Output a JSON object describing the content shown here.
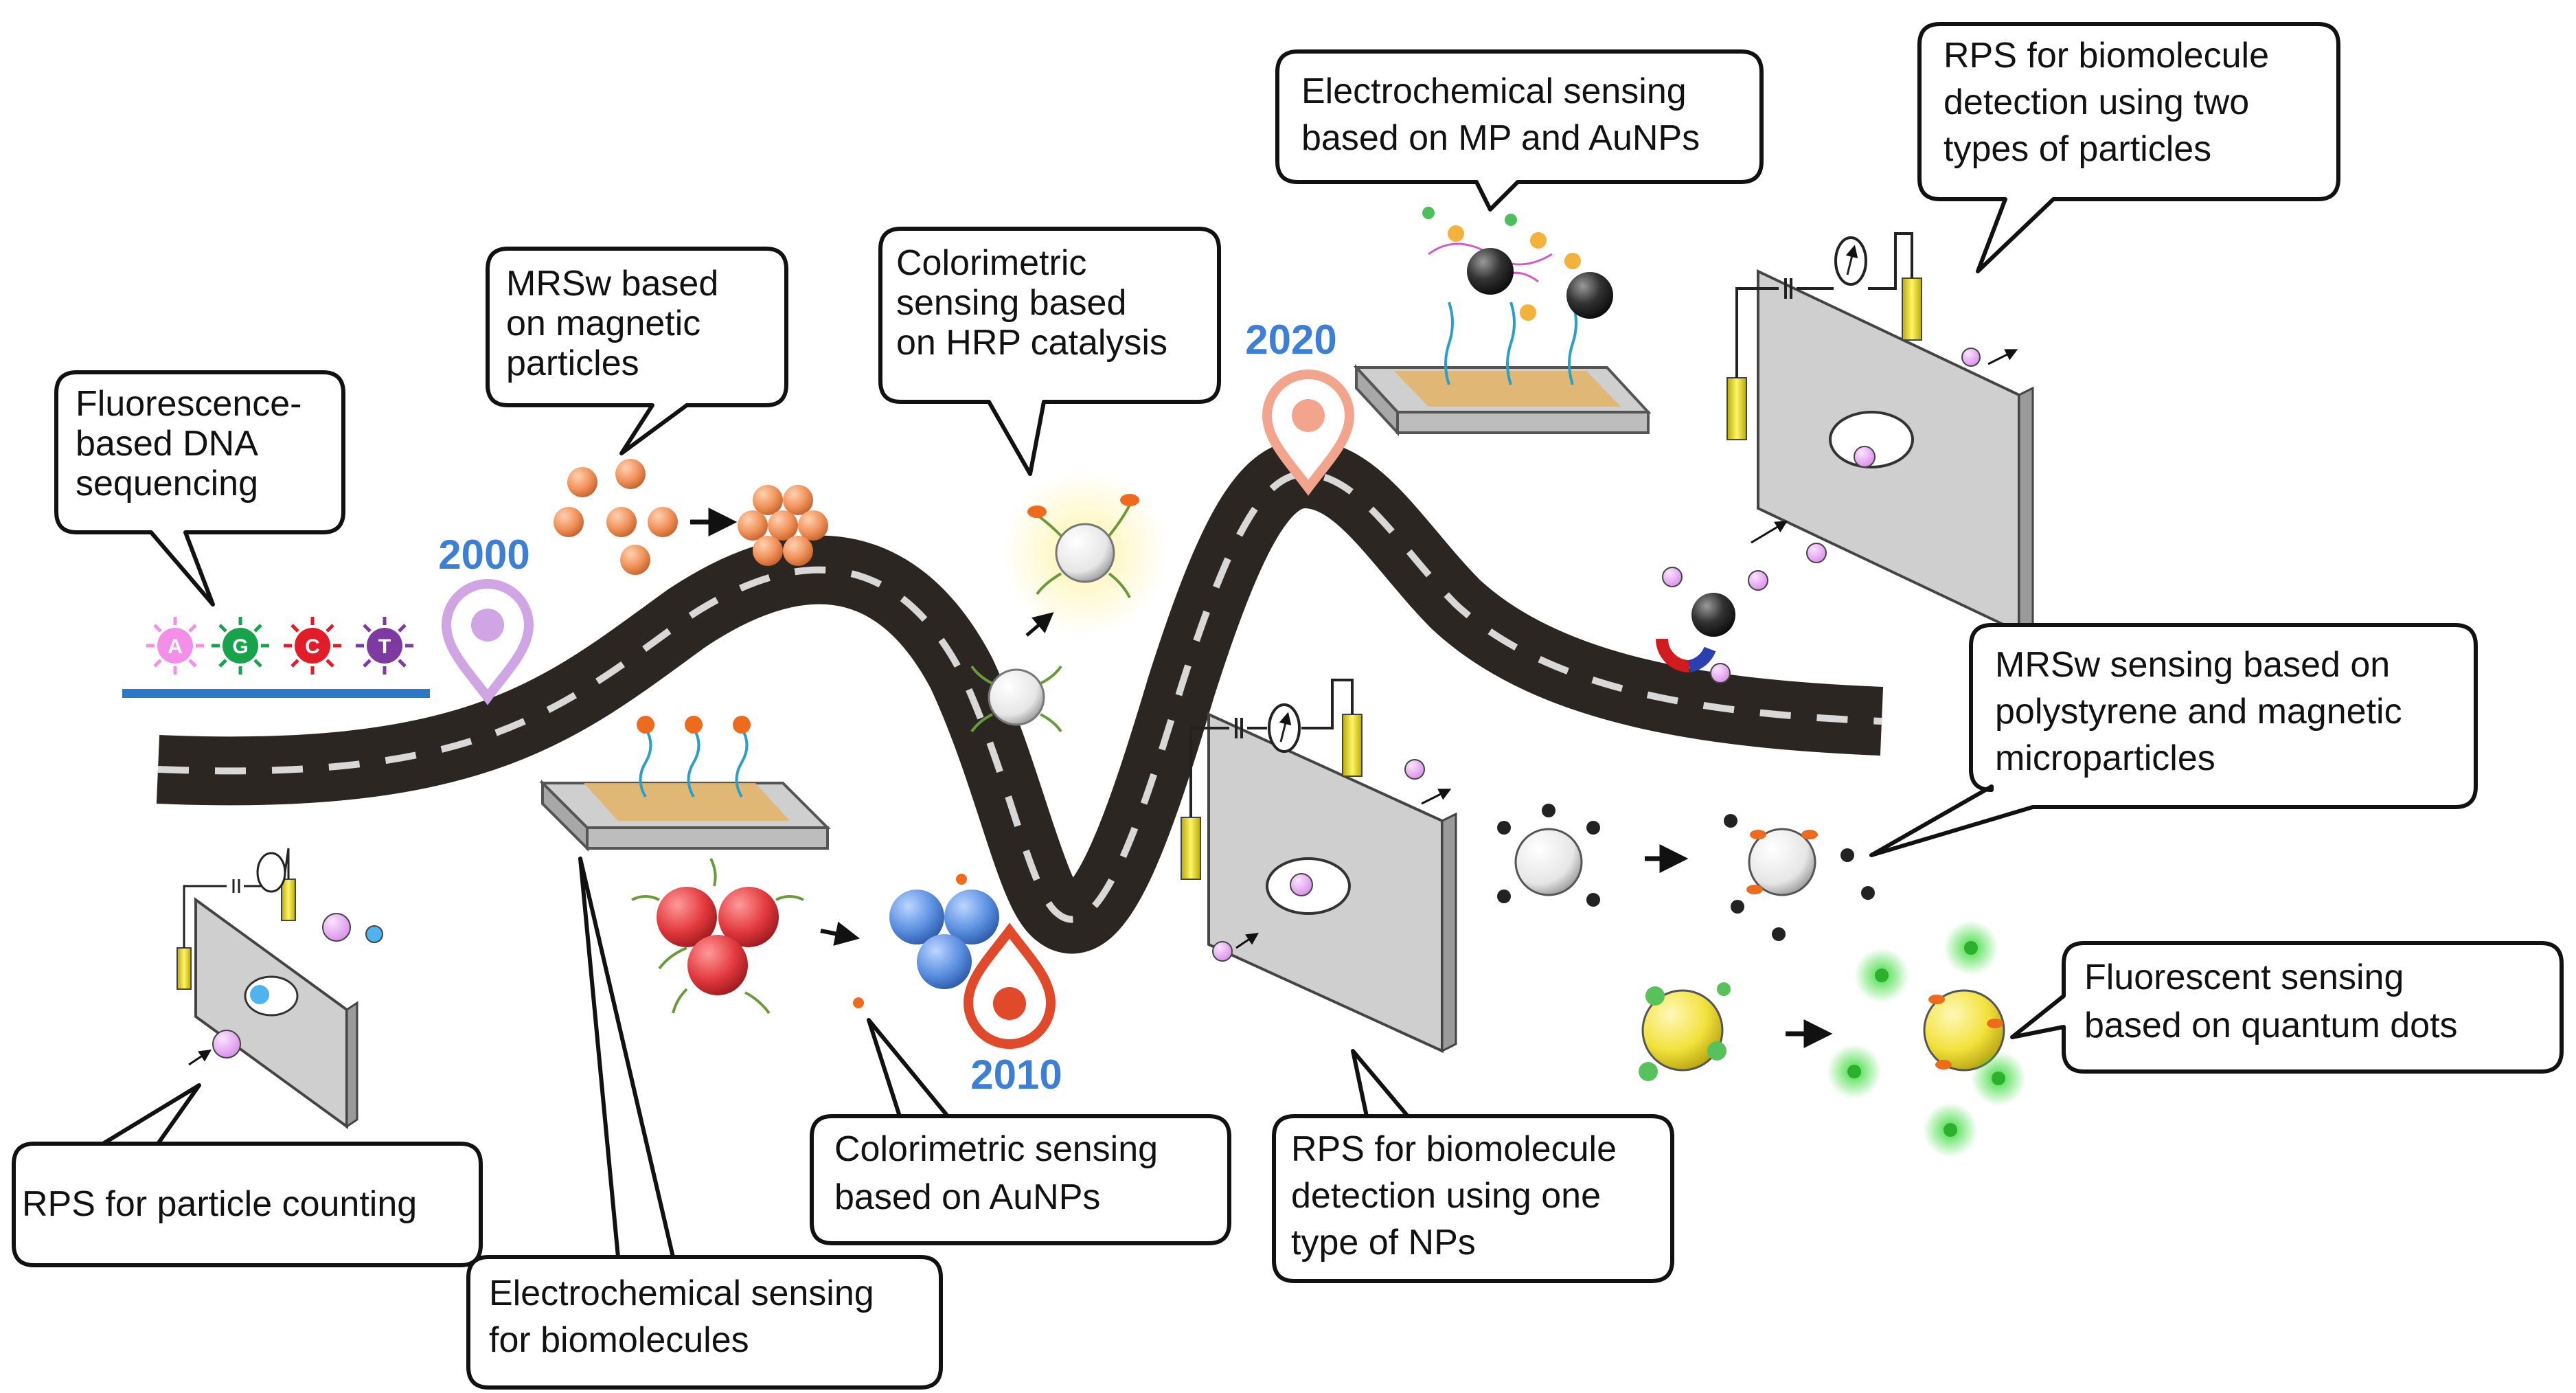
{
  "years": {
    "y2000": "2000",
    "y2010": "2010",
    "y2020": "2020"
  },
  "colors": {
    "road": "#2b2622",
    "road_dash": "#d8d8d8",
    "year_text": "#3d7fd6",
    "pin_2000": "#cfa6e3",
    "pin_2010": "#e04a2a",
    "pin_2020": "#f2a58c",
    "line_blue": "#2c78c8"
  },
  "dna_bases": [
    {
      "letter": "A",
      "color": "#f38fe8"
    },
    {
      "letter": "G",
      "color": "#16a34a"
    },
    {
      "letter": "C",
      "color": "#e11d2a"
    },
    {
      "letter": "T",
      "color": "#7e3aa0"
    }
  ],
  "callouts": {
    "fluorescence": [
      "Fluorescence-",
      "based DNA",
      "sequencing"
    ],
    "mrsw_magnetic": [
      "MRSw based",
      "on magnetic",
      "particles"
    ],
    "colorimetric_hrp": [
      "Colorimetric",
      "sensing based",
      "on HRP catalysis"
    ],
    "electrochem_mp": [
      "Electrochemical sensing",
      "based on MP and AuNPs"
    ],
    "rps_two": [
      "RPS for biomolecule",
      "detection using two",
      "types of particles"
    ],
    "mrsw_polystyrene": [
      "MRSw sensing based on",
      "polystyrene and magnetic",
      "microparticles"
    ],
    "fluorescent_qd": [
      "Fluorescent sensing",
      "based on quantum dots"
    ],
    "rps_one": [
      "RPS for biomolecule",
      "detection using one",
      "type of NPs"
    ],
    "colorimetric_aunp": [
      "Colorimetric sensing",
      "based on AuNPs"
    ],
    "electrochem_bio": [
      "Electrochemical sensing",
      "for biomolecules"
    ],
    "rps_counting": [
      "RPS for particle counting"
    ]
  }
}
